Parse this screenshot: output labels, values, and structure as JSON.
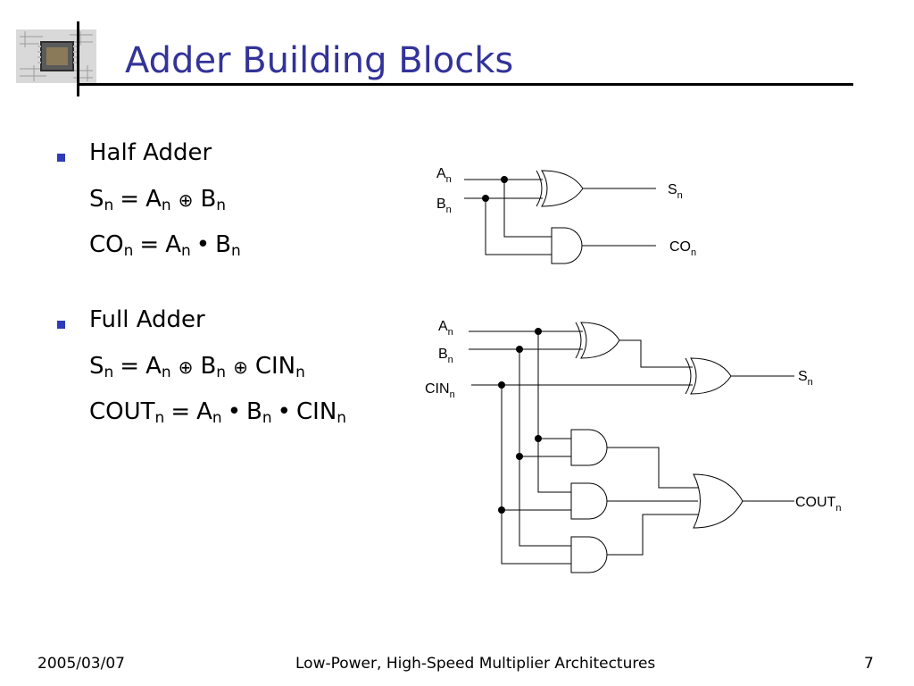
{
  "slide": {
    "title": "Adder Building Blocks",
    "bullets": [
      {
        "heading": "Half Adder",
        "eq_sum": {
          "lhs": {
            "base": "S",
            "sub": "n"
          },
          "eq": "=",
          "terms": [
            {
              "base": "A",
              "sub": "n"
            },
            {
              "op": "⊕"
            },
            {
              "base": "B",
              "sub": "n"
            }
          ]
        },
        "eq_carry": {
          "lhs": {
            "base": "CO",
            "sub": "n"
          },
          "eq": "=",
          "terms": [
            {
              "base": "A",
              "sub": "n"
            },
            {
              "op": "•"
            },
            {
              "base": "B",
              "sub": "n"
            }
          ]
        }
      },
      {
        "heading": "Full Adder",
        "eq_sum": {
          "lhs": {
            "base": "S",
            "sub": "n"
          },
          "eq": "=",
          "terms": [
            {
              "base": "A",
              "sub": "n"
            },
            {
              "op": "⊕"
            },
            {
              "base": "B",
              "sub": "n"
            },
            {
              "op": "⊕"
            },
            {
              "base": "CIN",
              "sub": "n"
            }
          ]
        },
        "eq_carry": {
          "lhs": {
            "base": "COUT",
            "sub": "n"
          },
          "eq": "=",
          "terms": [
            {
              "base": "A",
              "sub": "n"
            },
            {
              "op": "•"
            },
            {
              "base": "B",
              "sub": "n"
            },
            {
              "op": "•"
            },
            {
              "base": "CIN",
              "sub": "n"
            }
          ]
        }
      }
    ],
    "half_adder_circuit": {
      "inputs": [
        {
          "base": "A",
          "sub": "n"
        },
        {
          "base": "B",
          "sub": "n"
        }
      ],
      "outputs": {
        "sum": {
          "base": "S",
          "sub": "n"
        },
        "carry": {
          "base": "CO",
          "sub": "n"
        }
      }
    },
    "full_adder_circuit": {
      "inputs": [
        {
          "base": "A",
          "sub": "n"
        },
        {
          "base": "B",
          "sub": "n"
        },
        {
          "base": "CIN",
          "sub": "n"
        }
      ],
      "outputs": {
        "sum": {
          "base": "S",
          "sub": "n"
        },
        "carry": {
          "base": "COUT",
          "sub": "n"
        }
      }
    }
  },
  "footer": {
    "date": "2005/03/07",
    "title": "Low-Power, High-Speed Multiplier Architectures",
    "page": "7"
  },
  "colors": {
    "title": "#333399",
    "bullet": "#2e3bb8",
    "rule": "#000000"
  },
  "icons": {
    "logo": "chip-icon",
    "bullet": "square-bullet-icon"
  }
}
